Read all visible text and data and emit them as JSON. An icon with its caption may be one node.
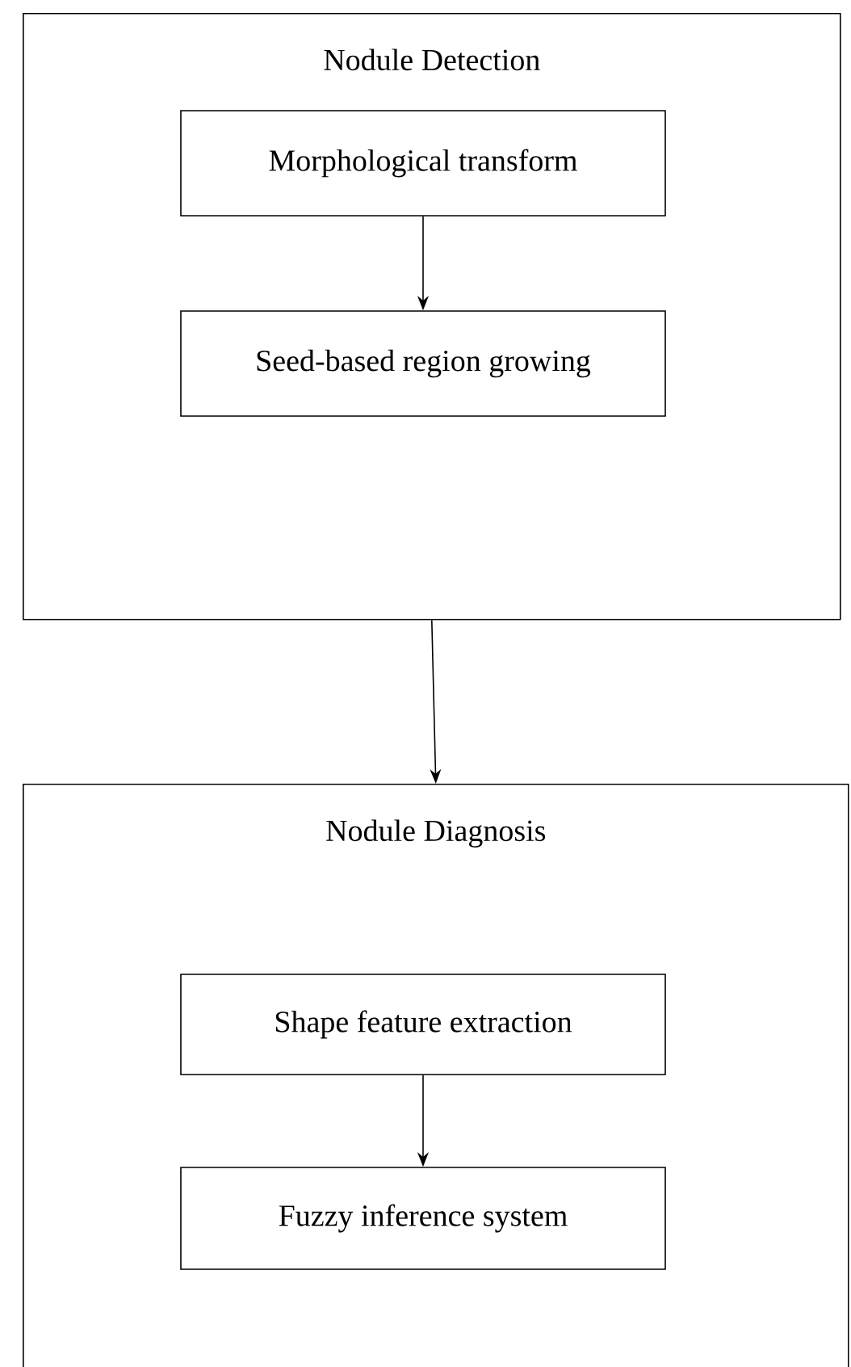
{
  "diagram": {
    "nodes": [
      {
        "text": [
          "Nodule Detection"
        ]
      },
      {
        "text": [
          "Morphological transform"
        ],
        "in": 0
      },
      {
        "text": [
          "Seed-based region growing"
        ],
        "in": 0
      },
      {
        "text": [
          "Nodule Diagnosis"
        ]
      },
      {
        "text": [
          "Shape feature extraction"
        ],
        "in": 3
      },
      {
        "text": [
          "Fuzzy inference system"
        ],
        "in": 3
      }
    ],
    "edges": [
      {
        "from": 1,
        "to": 2,
        "arrow": "to"
      },
      {
        "from": 0,
        "to": 3,
        "arrow": "to"
      },
      {
        "from": 4,
        "to": 5,
        "arrow": "to"
      }
    ]
  }
}
